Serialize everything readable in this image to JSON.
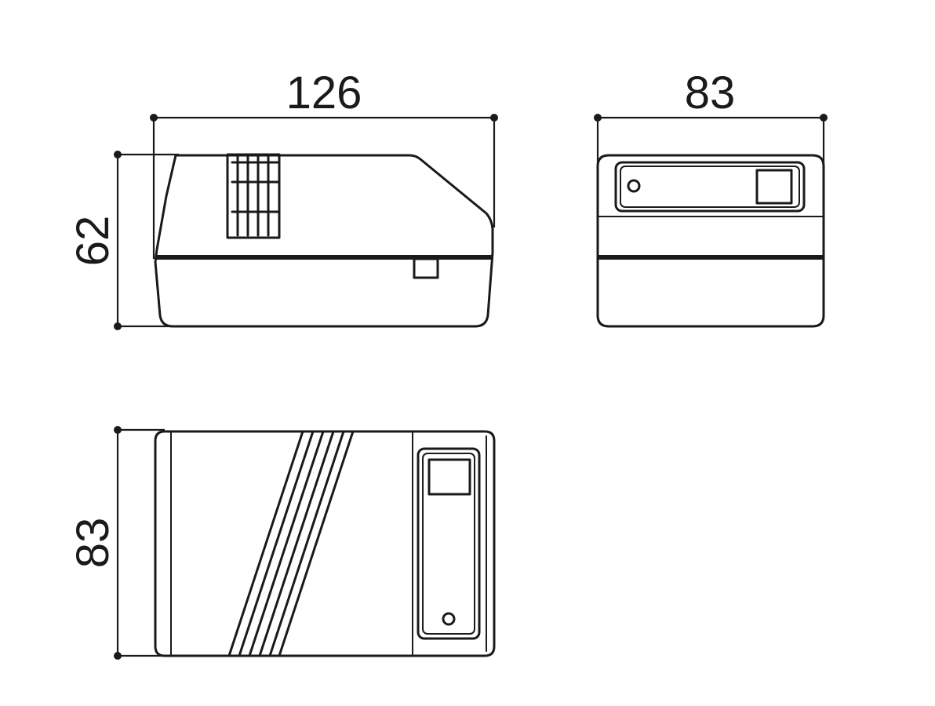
{
  "dimensions": {
    "side_width": "126",
    "side_height": "62",
    "end_width": "83",
    "top_depth": "83"
  },
  "colors": {
    "ink": "#1a1a1a",
    "background": "#ffffff"
  }
}
